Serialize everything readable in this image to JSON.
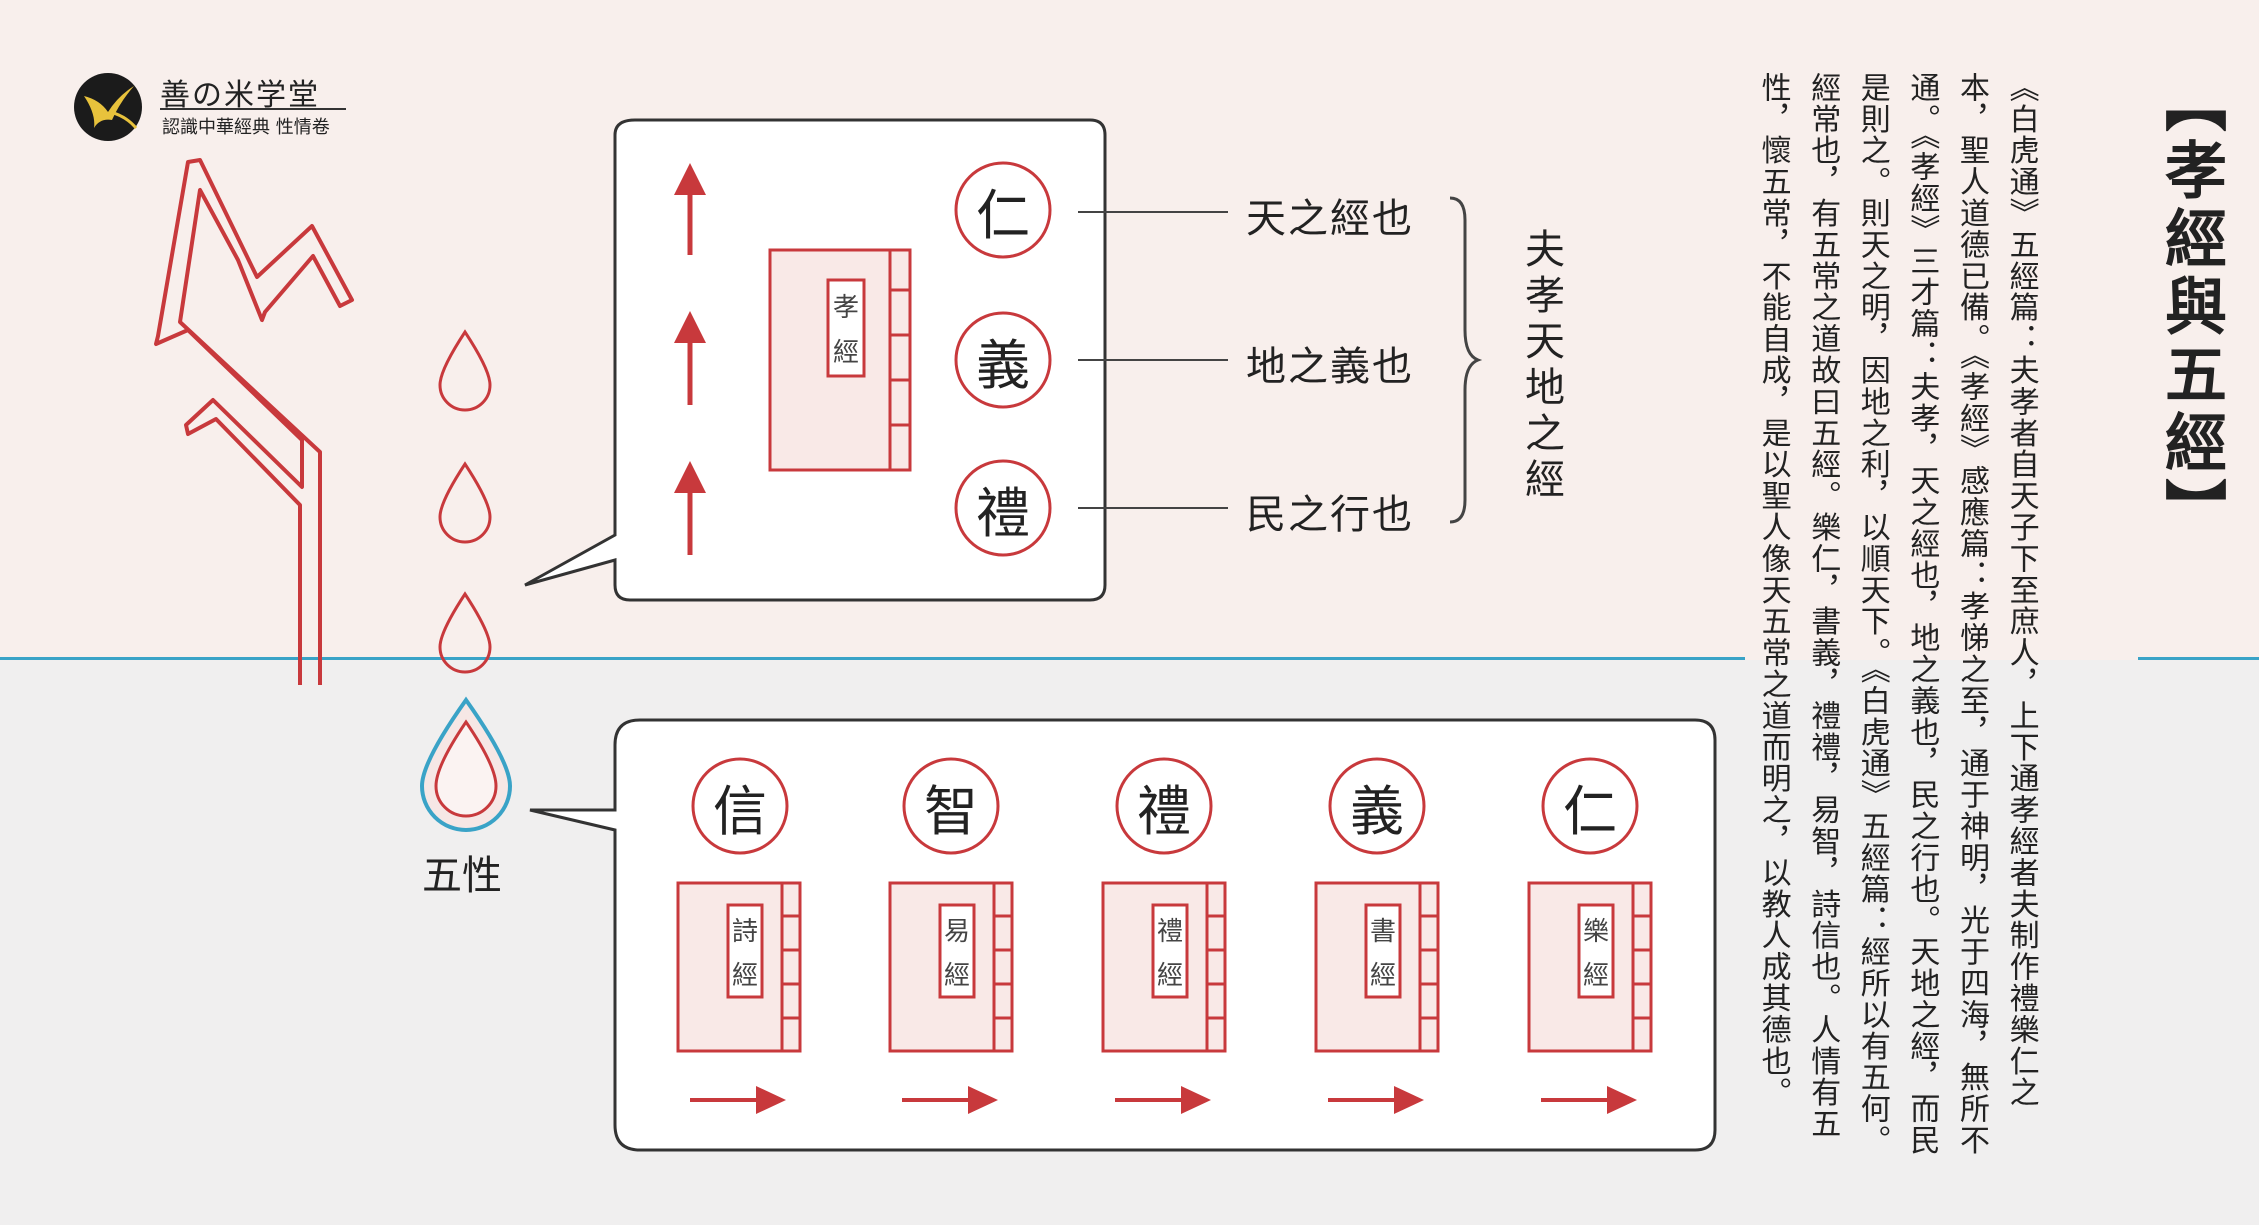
{
  "logo": {
    "name": "善の米学堂",
    "subtitle": "認識中華經典 性情卷"
  },
  "title": "【孝經與五經】",
  "paragraph": "《白虎通》五經篇：夫孝者自天子下至庶人，上下通孝經者夫制作禮樂仁之本，聖人道德已備。《孝經》感應篇：孝悌之至，通于神明，光于四海，無所不通。《孝經》三才篇：夫孝，天之經也，地之義也，民之行也。天地之經，而民是則之。則天之明，因地之利，以順天下。《白虎通》五經篇：經所以有五何。經常也，有五常之道故曰五經。樂仁，書義，禮禮，易智，詩信也。人情有五性，懷五常，不能自成，是以聖人像天五常之道而明之，以教人成其德也。",
  "upper_box": {
    "virtues": [
      "仁",
      "義",
      "禮"
    ],
    "book": [
      "孝",
      "經"
    ],
    "lines": [
      "天之經也",
      "地之義也",
      "民之行也"
    ],
    "brace_label": "夫孝天地之經"
  },
  "lower_box": {
    "items": [
      {
        "virtue": "信",
        "book": [
          "詩",
          "經"
        ]
      },
      {
        "virtue": "智",
        "book": [
          "易",
          "經"
        ]
      },
      {
        "virtue": "禮",
        "book": [
          "禮",
          "經"
        ]
      },
      {
        "virtue": "義",
        "book": [
          "書",
          "經"
        ]
      },
      {
        "virtue": "仁",
        "book": [
          "樂",
          "經"
        ]
      }
    ]
  },
  "drop_label": "五性",
  "colors": {
    "red": "#c8393c",
    "blue": "#3aa3c7",
    "top_bg": "#f8efec",
    "bottom_bg": "#f0efef"
  }
}
